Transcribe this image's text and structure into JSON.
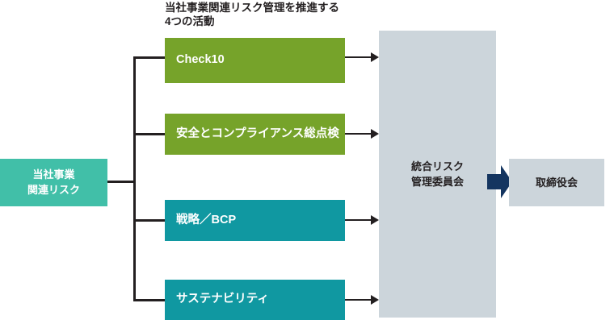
{
  "diagram": {
    "title": "当社事業関連リスク管理を推進する\n4つの活動",
    "source": {
      "label": "当社事業\n関連リスク",
      "color": "#41bfa8"
    },
    "activities": [
      {
        "label": "Check10",
        "color": "#76a32a",
        "group": "green"
      },
      {
        "label": "安全とコンプライアンス総点検",
        "color": "#76a32a",
        "group": "green"
      },
      {
        "label": "戦略／BCP",
        "color": "#1098a1",
        "group": "teal"
      },
      {
        "label": "サステナビリティ",
        "color": "#1098a1",
        "group": "teal"
      }
    ],
    "committee": {
      "label": "統合リスク\n管理委員会",
      "color": "#ccd5db"
    },
    "board": {
      "label": "取締役会",
      "color": "#ccd5db"
    },
    "connector": {
      "line_color": "#231f20",
      "block_arrow_color": "#143560"
    }
  }
}
